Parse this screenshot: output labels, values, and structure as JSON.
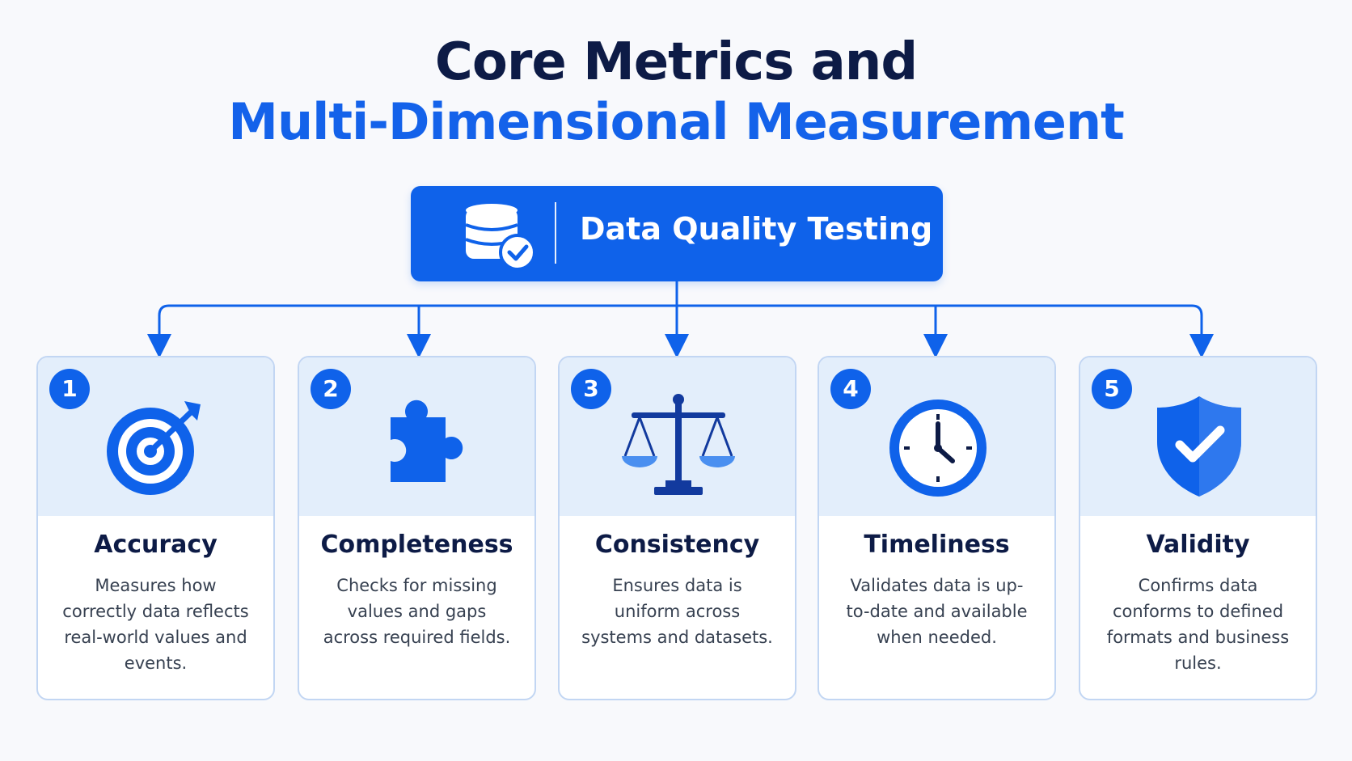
{
  "header": {
    "title_line1": "Core Metrics and",
    "title_line2": "Multi-Dimensional Measurement"
  },
  "root": {
    "label": "Data Quality Testing",
    "icon": "database-check-icon"
  },
  "metrics": [
    {
      "number": "1",
      "name": "Accuracy",
      "description": "Measures how correctly data reflects real-world values and events.",
      "icon": "target-icon"
    },
    {
      "number": "2",
      "name": "Completeness",
      "description": "Checks for missing values and gaps across required fields.",
      "icon": "puzzle-piece-icon"
    },
    {
      "number": "3",
      "name": "Consistency",
      "description": "Ensures data is uniform across systems and datasets.",
      "icon": "balance-scale-icon"
    },
    {
      "number": "4",
      "name": "Timeliness",
      "description": "Validates data is up-to-date and available when needed.",
      "icon": "clock-icon"
    },
    {
      "number": "5",
      "name": "Validity",
      "description": "Confirms data conforms to defined formats and business rules.",
      "icon": "shield-check-icon"
    }
  ],
  "colors": {
    "primary": "#0f62ea",
    "title_dark": "#0d1b46",
    "card_top": "#e3eefb",
    "card_border": "#c2d6f3",
    "background": "#f8f9fc"
  }
}
